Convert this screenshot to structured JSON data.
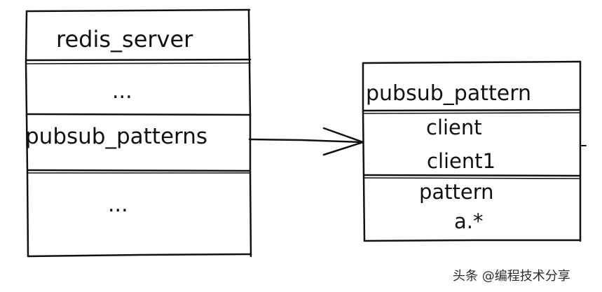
{
  "left_struct": {
    "title": "redis_server",
    "row1": "...",
    "row2": "pubsub_patterns",
    "row3": "..."
  },
  "right_struct": {
    "title": "pubsub_pattern",
    "field1_line1": "client",
    "field1_line2": "client1",
    "field2_line1": "pattern",
    "field2_line2": "a.*"
  },
  "watermark": "头条 @编程技术分享"
}
